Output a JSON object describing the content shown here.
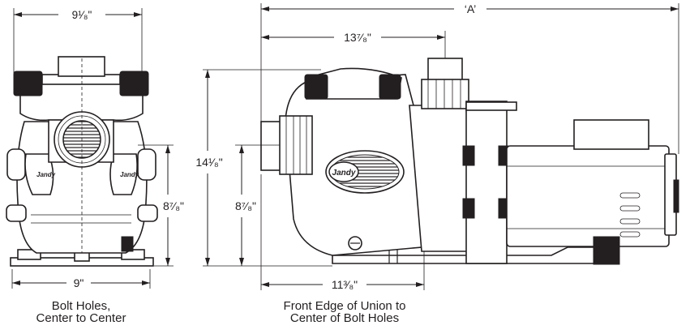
{
  "dimensions": {
    "front_width": "9¹⁄₈\"",
    "bolt_width": "9\"",
    "front_height": "8⁷⁄₈\"",
    "overall_length": "‘A’",
    "to_port": "13⁷⁄₈\"",
    "overall_height": "14¹⁄₈\"",
    "side_height": "8⁷⁄₈\"",
    "union_to_bolt": "11³⁄₈\""
  },
  "captions": {
    "front_line1": "Bolt Holes,",
    "front_line2": "Center to Center",
    "side_line1": "Front Edge of Union to",
    "side_line2": "Center of Bolt Holes"
  },
  "brand": "Jandy"
}
